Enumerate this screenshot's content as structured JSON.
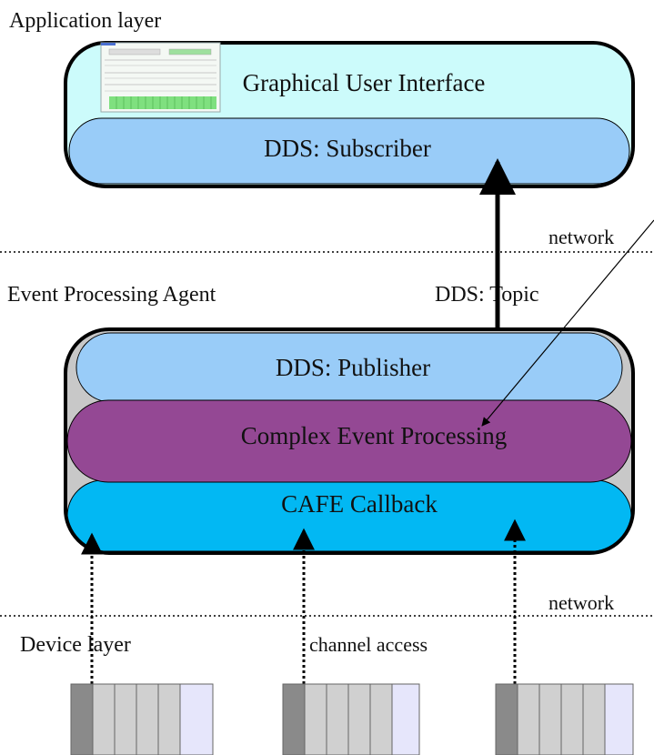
{
  "labels": {
    "application_layer": "Application layer",
    "event_processing_agent": "Event Processing Agent",
    "device_layer": "Device layer",
    "network_top": "network",
    "network_bottom": "network",
    "dds_topic": "DDS: Topic",
    "channel_access": "channel access"
  },
  "blocks": {
    "gui": "Graphical User Interface",
    "subscriber": "DDS: Subscriber",
    "publisher": "DDS: Publisher",
    "cep": "Complex Event Processing",
    "cafe": "CAFE Callback"
  },
  "colors": {
    "gui_fill": "#ccfbfb",
    "subscriber_fill": "#99ccf8",
    "publisher_fill": "#99ccf8",
    "cep_fill": "#944894",
    "cafe_fill": "#02b8f3",
    "agent_fill": "#c8c8c8",
    "device_module_fill": "#d0d0d0",
    "device_dark_fill": "#8a8a8a",
    "device_light_fill": "#e6e6fb"
  },
  "icons": {
    "gui_thumbnail": "gui-screenshot-thumbnail",
    "devices": "vme-crate-icon"
  }
}
